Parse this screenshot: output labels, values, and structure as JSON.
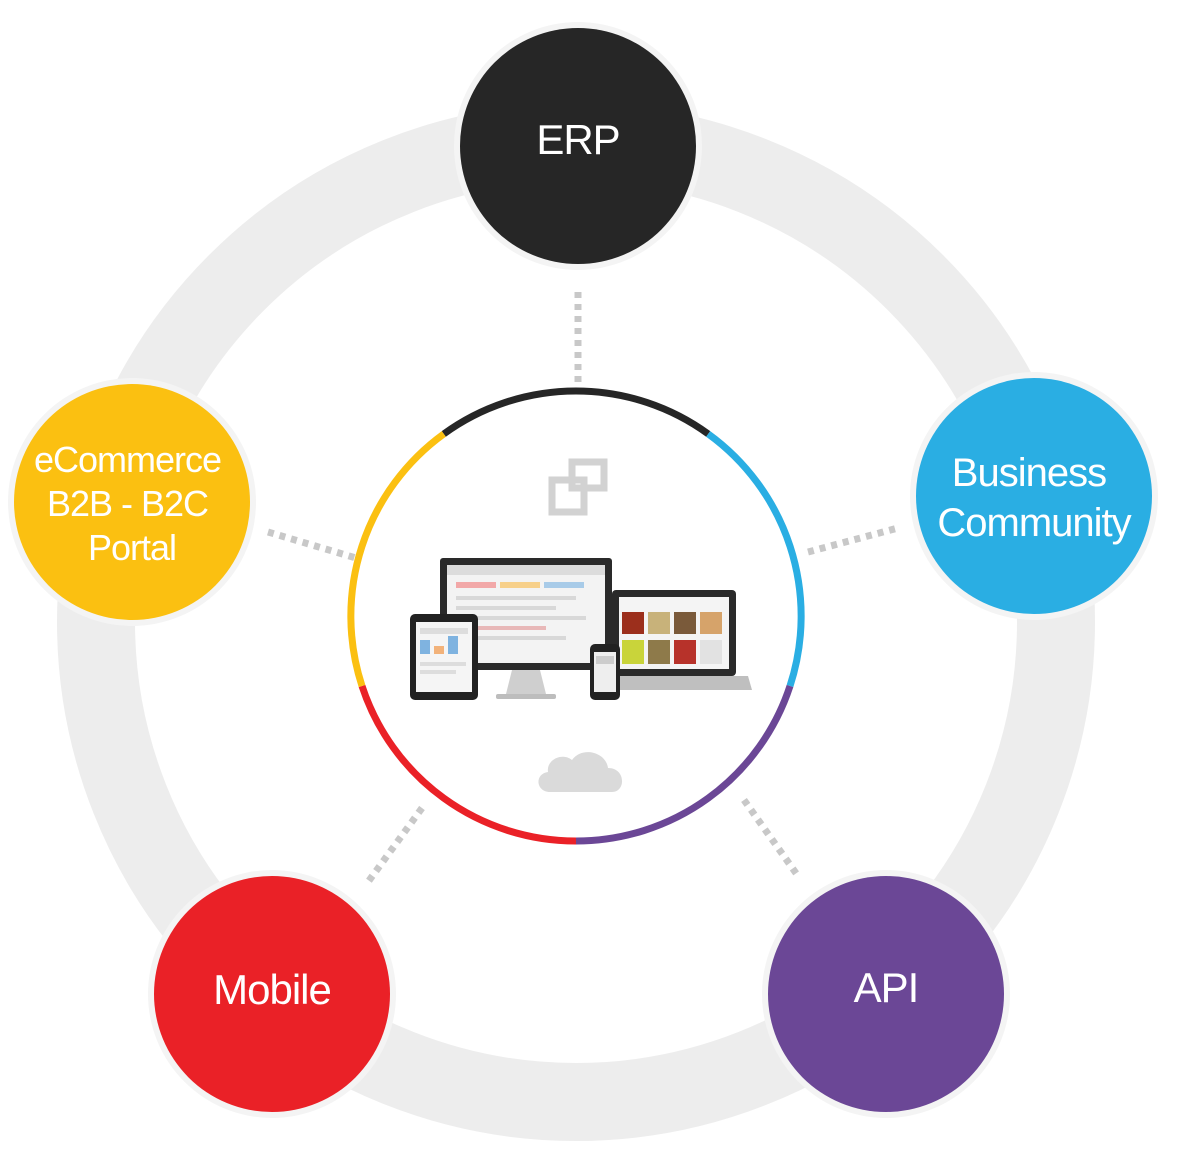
{
  "colors": {
    "ring": "#ededed",
    "connector": "#c8c8c8",
    "node_outline": "#f4f4f4",
    "erp": "#262626",
    "business": "#2aaee3",
    "api": "#6b4796",
    "mobile": "#ea2127",
    "ecommerce": "#fbc011",
    "cloud": "#dadada"
  },
  "nodes": {
    "erp": {
      "lines": [
        "ERP"
      ],
      "color": "#262626"
    },
    "business": {
      "lines": [
        "Business",
        "Community"
      ],
      "color": "#2aaee3"
    },
    "api": {
      "lines": [
        "API"
      ],
      "color": "#6b4796"
    },
    "mobile": {
      "lines": [
        "Mobile"
      ],
      "color": "#ea2127"
    },
    "ecommerce": {
      "lines": [
        "eCommerce",
        "B2B - B2C",
        "Portal"
      ],
      "color": "#fbc011"
    }
  },
  "hub": {
    "top_icon": "overlapping-windows-icon",
    "center_icon": "multi-device-icon",
    "bottom_icon": "cloud-icon"
  }
}
